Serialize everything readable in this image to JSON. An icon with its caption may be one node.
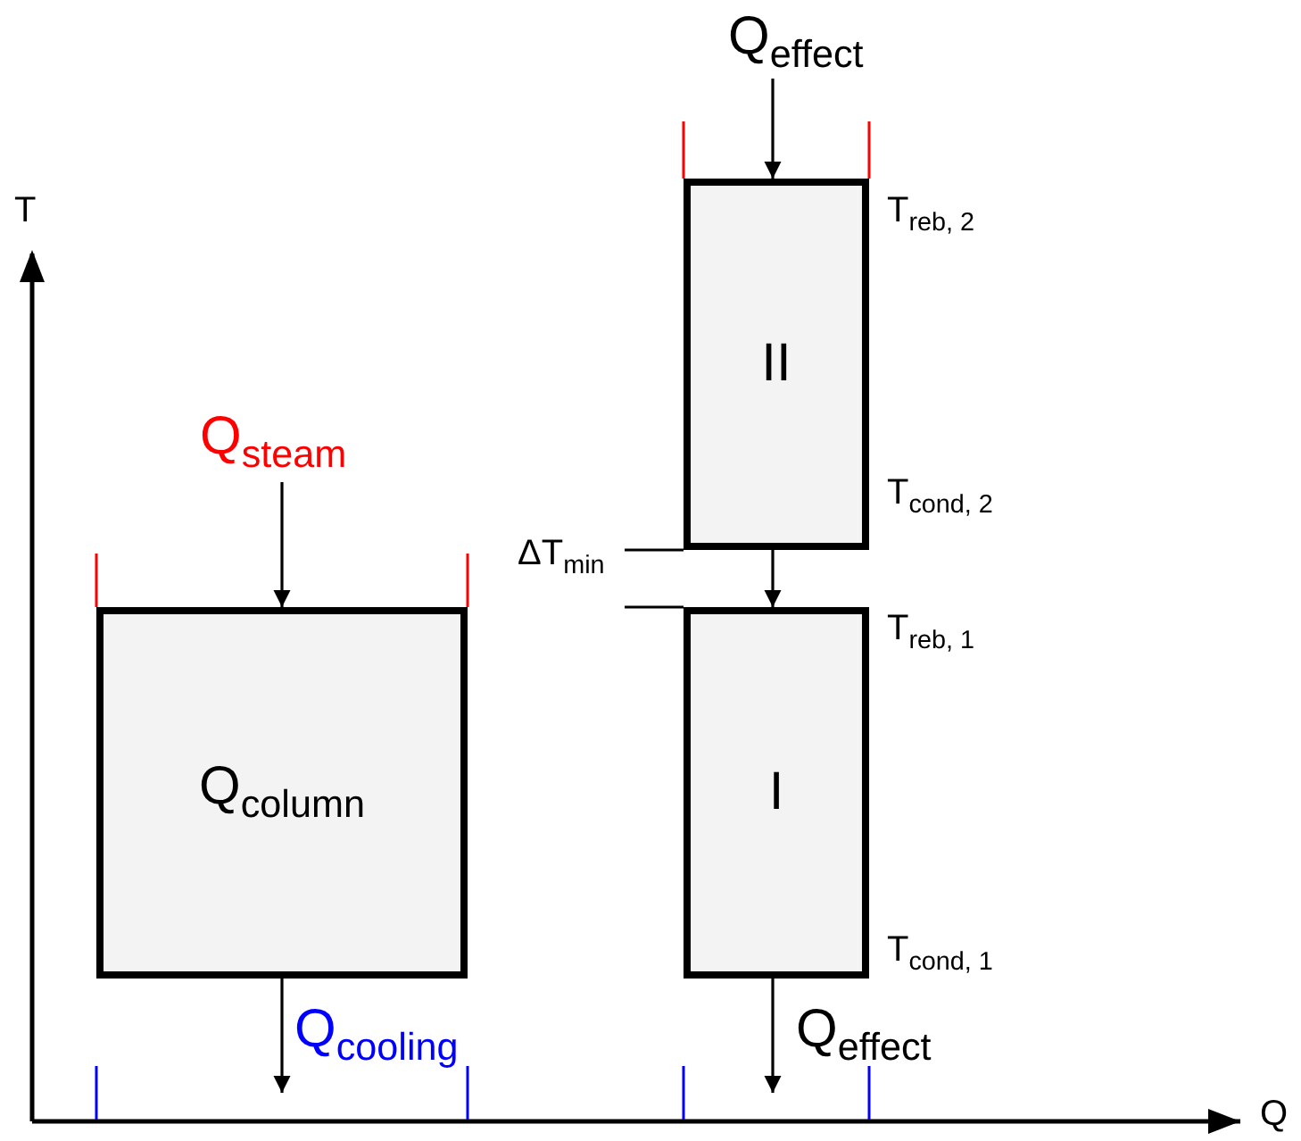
{
  "diagram": {
    "nodes": [
      {
        "text": [
          "Q$_{effect}$"
        ]
      },
      {
        "text": [
          "II"
        ]
      },
      {
        "text": [
          "Q$_{steam}$"
        ]
      },
      {
        "text": [
          "Q$_{column}$"
        ],
        "beside": [
          "Q$_{cooling}$"
        ]
      },
      {
        "text": [
          "I"
        ],
        "beside": [
          "Q$_{effect}$"
        ]
      }
    ],
    "edges": [
      {
        "from": 0,
        "to": 1,
        "arrow": "to"
      },
      {
        "from": 2,
        "to": 3,
        "arrow": "to"
      },
      {
        "from": 1,
        "to": 4,
        "arrow": "to"
      },
      {
        "from": 3,
        "to": null,
        "arrow": "to"
      },
      {
        "from": 4,
        "to": null,
        "arrow": "to"
      }
    ],
    "labels": [
      "T",
      "T$_{reb, 2}$",
      "T$_{cond, 2}$",
      "ΔT$_{min}$",
      "T$_{reb, 1}$",
      "T$_{cond, 1}$",
      "Q"
    ]
  }
}
